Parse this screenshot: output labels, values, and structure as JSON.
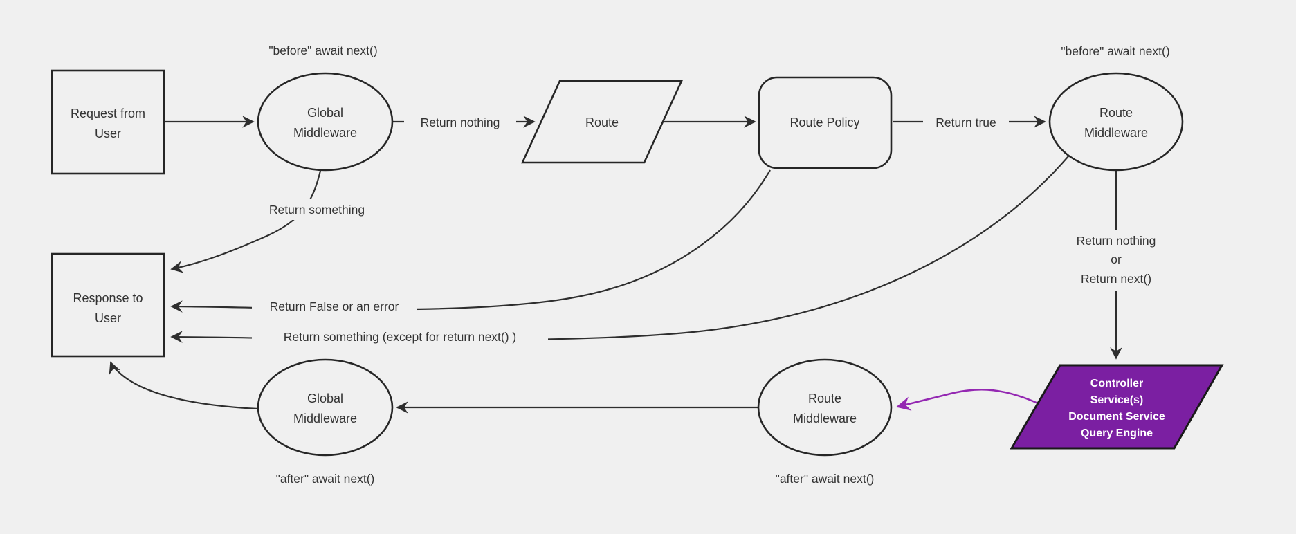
{
  "diagram": {
    "background": "#f0f0f0",
    "line_color": "#2e2e2e",
    "shape_border_color": "#262626",
    "text_color": "#333333",
    "accent_fill": "#7b1fa2",
    "accent_border": "#1a1a1a",
    "accent_link": "#9428b2",
    "accent_text_color": "#ffffff"
  },
  "nodes": {
    "request": {
      "line1": "Request from",
      "line2": "User"
    },
    "global_mw_top": {
      "line1": "Global",
      "line2": "Middleware"
    },
    "route": {
      "label": "Route"
    },
    "route_policy": {
      "label": "Route Policy"
    },
    "route_mw_top": {
      "line1": "Route",
      "line2": "Middleware"
    },
    "response": {
      "line1": "Response to",
      "line2": "User"
    },
    "route_mw_bottom": {
      "line1": "Route",
      "line2": "Middleware"
    },
    "global_mw_bottom": {
      "line1": "Global",
      "line2": "Middleware"
    },
    "controller": {
      "line1": "Controller",
      "line2": "Service(s)",
      "line3": "Document Service",
      "line4": "Query Engine"
    }
  },
  "edge_labels": {
    "before_left": "\"before\" await next()",
    "before_right": "\"before\" await next()",
    "return_nothing": "Return nothing",
    "return_true": "Return true",
    "return_something": "Return something",
    "return_false": "Return False or an error",
    "return_something_except": "Return something (except for return next() )",
    "return_nothing_or_1": "Return nothing",
    "return_nothing_or_2": "or",
    "return_nothing_or_3": "Return next()",
    "after_left": "\"after\" await next()",
    "after_right": "\"after\" await next()"
  }
}
